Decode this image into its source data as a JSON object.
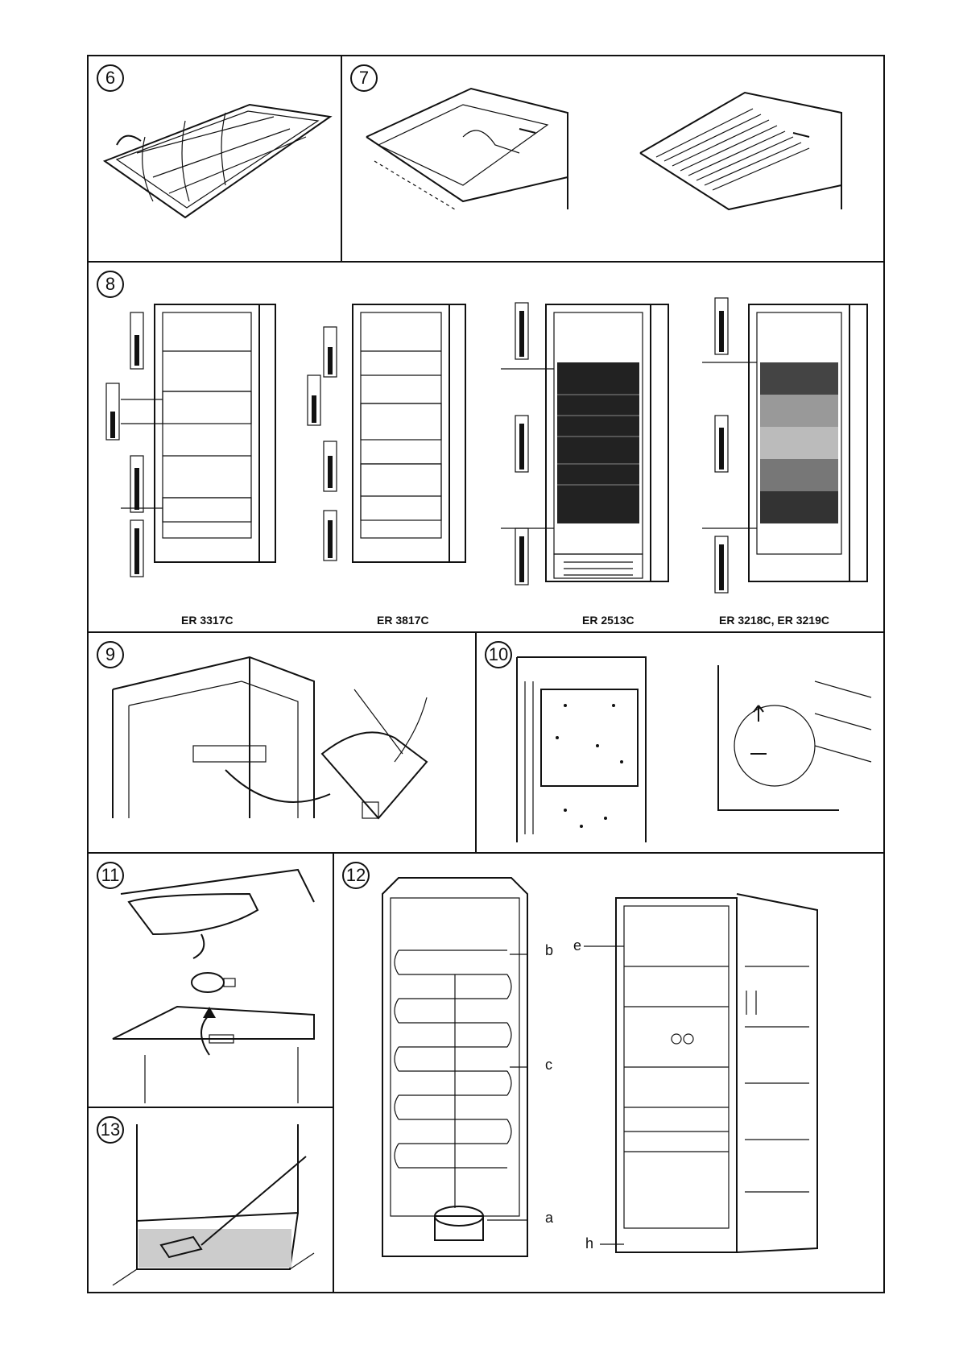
{
  "figures": {
    "f6": {
      "number": "6"
    },
    "f7": {
      "number": "7"
    },
    "f8": {
      "number": "8",
      "models": [
        "ER 3317C",
        "ER 3817C",
        "ER 2513C",
        "ER 3218C, ER 3219C"
      ]
    },
    "f9": {
      "number": "9"
    },
    "f10": {
      "number": "10"
    },
    "f11": {
      "number": "11"
    },
    "f12": {
      "number": "12",
      "labels": {
        "a": "a",
        "b": "b",
        "c": "c",
        "e": "e",
        "h": "h"
      }
    },
    "f13": {
      "number": "13"
    }
  }
}
